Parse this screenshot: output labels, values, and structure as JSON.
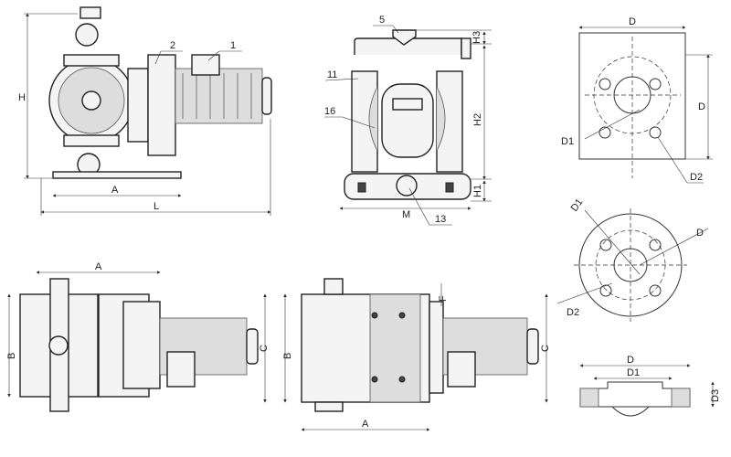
{
  "side_view": {
    "labels": {
      "height": "H",
      "length_a": "A",
      "length_total": "L",
      "part_1": "1",
      "part_2": "2"
    }
  },
  "front_view": {
    "labels": {
      "part_5": "5",
      "part_11": "11",
      "part_16": "16",
      "part_13": "13",
      "h1": "H1",
      "h2": "H2",
      "h3": "H3",
      "width_m": "M"
    }
  },
  "square_flange": {
    "labels": {
      "side_top": "D",
      "side_right": "D",
      "bolt_circle": "D1",
      "hole_dia": "D2"
    }
  },
  "round_flange": {
    "labels": {
      "bolt_circle": "D1",
      "outer": "D",
      "hole_dia": "D2"
    }
  },
  "flange_section": {
    "labels": {
      "outer": "D",
      "inner": "D1",
      "thickness": "D3"
    }
  },
  "top_view_left": {
    "labels": {
      "length_a": "A",
      "width_b": "B",
      "width_c": "C"
    }
  },
  "top_view_right": {
    "labels": {
      "width_b": "B",
      "width_c": "C",
      "length_a": "A",
      "offset_f": "F"
    }
  }
}
